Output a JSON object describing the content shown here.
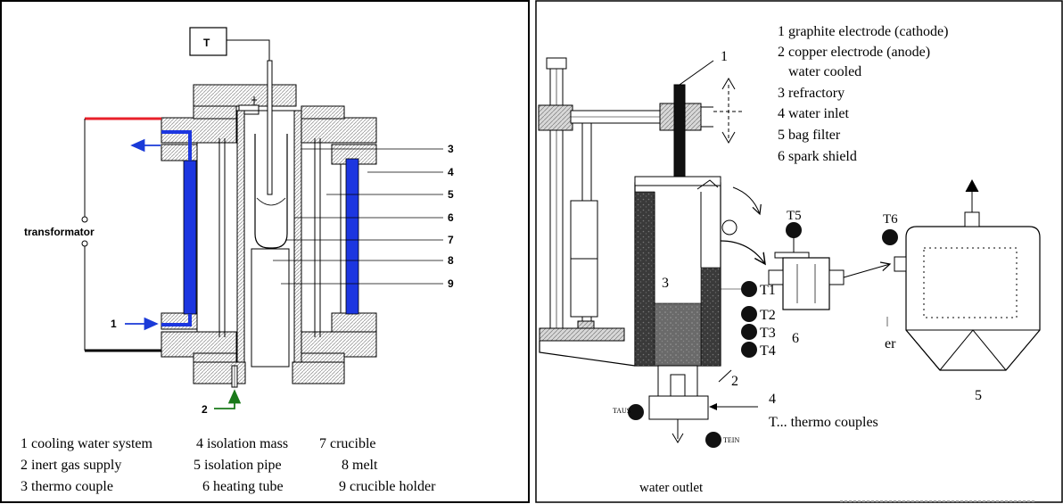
{
  "left_diagram": {
    "temp_box": "T",
    "transformator": "transformator",
    "callouts": [
      "3",
      "4",
      "5",
      "6",
      "7",
      "8",
      "9"
    ],
    "callout_1": "1",
    "callout_2": "2",
    "legend_rows": [
      [
        "1 cooling water system",
        "4 isolation mass",
        "7 crucible"
      ],
      [
        "2 inert gas supply",
        "5  isolation pipe",
        "8 melt"
      ],
      [
        "3 thermo couple",
        "6 heating tube",
        "9 crucible holder"
      ]
    ],
    "colors": {
      "hot_wire": "#e8202a",
      "cold_wire": "#000000",
      "cooling": "#1c36e0",
      "water_arrow": "#1a3ad8",
      "gas_arrow": "#1a7a1a"
    }
  },
  "right_diagram": {
    "legend": [
      "1 graphite electrode (cathode)",
      "2 copper electrode (anode)",
      "water cooled",
      "3 refractory",
      "4 water inlet",
      "5 bag filter",
      "6 spark shield"
    ],
    "electrode_label": "1",
    "refractory_label": "3",
    "anode_label": "2",
    "thermo_labels": [
      "T1",
      "T2",
      "T3",
      "T4"
    ],
    "t5": "T5",
    "t6": "T6",
    "t_aus": "TAUS",
    "t_ein": "TEIN",
    "label_6": "6",
    "label_5": "5",
    "label_4": "4",
    "label_er": "er",
    "thermo_note": "T... thermo couples",
    "water_outlet": "water outlet"
  }
}
